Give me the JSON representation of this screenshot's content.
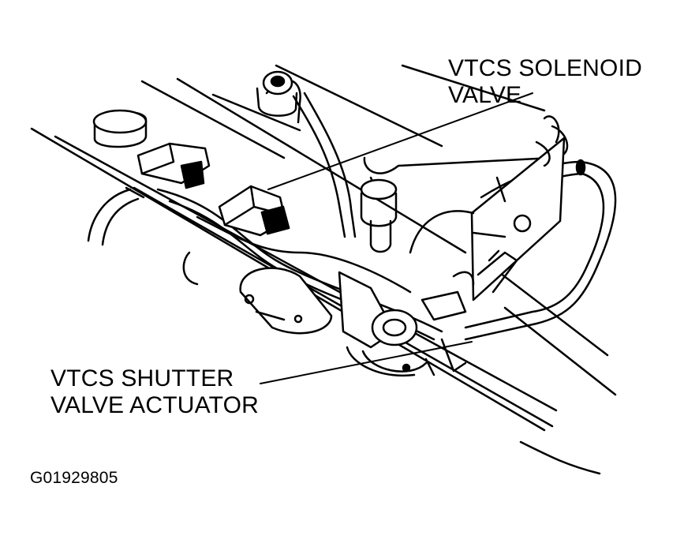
{
  "callouts": {
    "solenoid": {
      "line1": "VTCS SOLENOID",
      "line2": "VALVE"
    },
    "shutter": {
      "line1": "VTCS SHUTTER",
      "line2": "VALVE ACTUATOR"
    }
  },
  "figure_code": "G01929805",
  "colors": {
    "ink": "#000000",
    "paper": "#ffffff"
  }
}
